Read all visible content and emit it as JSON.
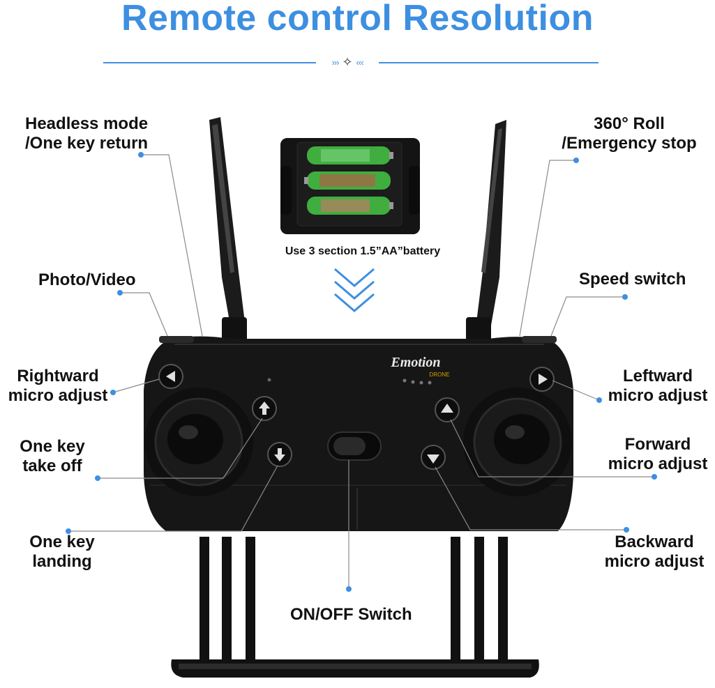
{
  "title": "Remote control Resolution",
  "battery": {
    "note": "Use 3 section 1.5”AA”battery",
    "count": 3
  },
  "brand": {
    "name": "Emotion",
    "sub": "DRONE"
  },
  "labels": {
    "headless": [
      "Headless mode",
      "/One key return"
    ],
    "roll": [
      "360° Roll",
      "/Emergency stop"
    ],
    "photo": "Photo/Video",
    "speed": "Speed switch",
    "rightward": [
      "Rightward",
      "micro adjust"
    ],
    "leftward": [
      "Leftward",
      "micro adjust"
    ],
    "takeoff": [
      "One key",
      "take off"
    ],
    "forward": [
      "Forward",
      "micro adjust"
    ],
    "landing": [
      "One key",
      "landing"
    ],
    "backward": [
      "Backward",
      "micro adjust"
    ],
    "onoff": "ON/OFF Switch"
  },
  "colors": {
    "accent": "#3d8fe0",
    "leader": "#8a8a8a",
    "dot": "#3d8fe0",
    "body": "#161616"
  }
}
